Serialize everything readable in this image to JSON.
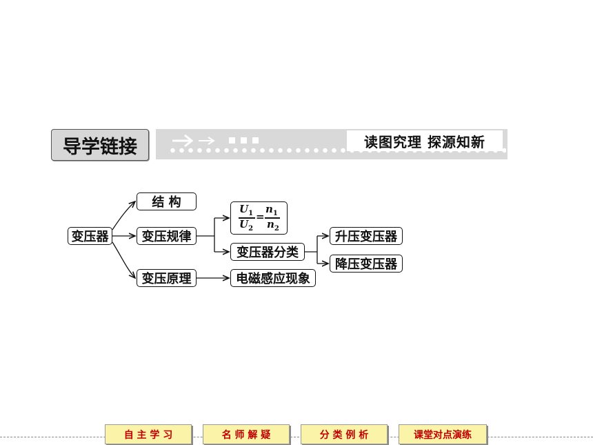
{
  "header": {
    "tab_label": "导学链接",
    "caption": "读图究理  探源知新"
  },
  "diagram": {
    "root": "变压器",
    "structure": "结  构",
    "law": "变压规律",
    "principle": "变压原理",
    "formula": {
      "lhs_num": "U",
      "lhs_num_sub": "1",
      "lhs_den": "U",
      "lhs_den_sub": "2",
      "eq": "=",
      "rhs_num": "n",
      "rhs_num_sub": "1",
      "rhs_den": "n",
      "rhs_den_sub": "2"
    },
    "classification": "变压器分类",
    "step_up": "升压变压器",
    "step_down": "降压变压器",
    "induction": "电磁感应现象"
  },
  "footer": {
    "buttons": [
      "自 主 学 习",
      "名 师 解 疑",
      "分 类 例 析",
      "课堂对点演练"
    ]
  }
}
